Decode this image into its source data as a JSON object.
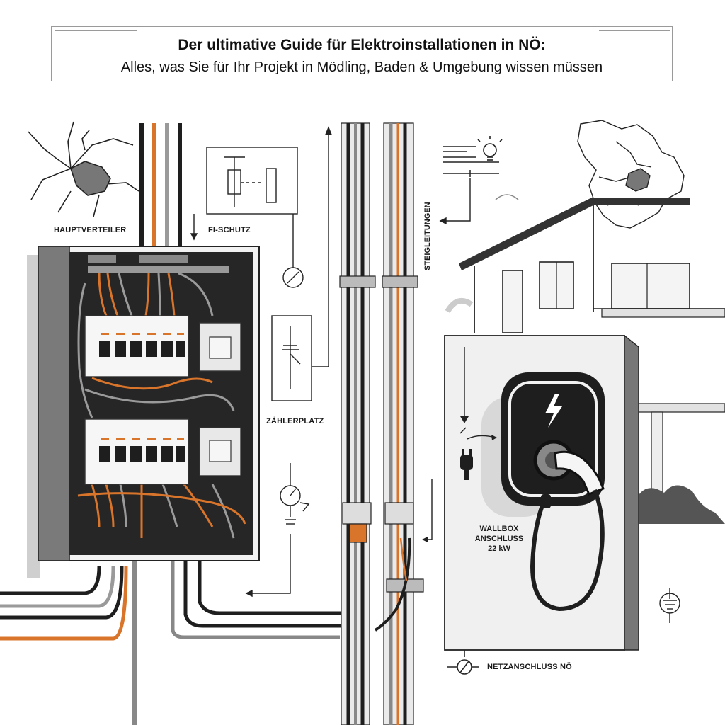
{
  "header": {
    "title_line1": "Der ultimative Guide für Elektroinstallationen in NÖ:",
    "title_line2": "Alles, was Sie für Ihr Projekt in Mödling, Baden & Umgebung wissen müssen"
  },
  "labels": {
    "hauptverteiler": "HAUPTVERTEILER",
    "fi_schutz": "FI-SCHUTZ",
    "steigleitungen": "STEIGLEITUNGEN",
    "zaehlerplatz": "ZÄHLERPLATZ",
    "wallbox_line1": "WALLBOX",
    "wallbox_line2": "ANSCHLUSS",
    "wallbox_line3": "22 kW",
    "netzanschluss": "NETZANSCHLUSS NÖ"
  },
  "colors": {
    "accent_orange": "#d9742b",
    "dark": "#1e1e1e",
    "mid_gray": "#8a8a8a",
    "light_gray": "#d6d6d6",
    "panel_bg": "#2a2a2a"
  },
  "icons": [
    "lightning-icon",
    "lightbulb-icon",
    "plug-icon",
    "ground-icon",
    "meter-icon",
    "arrow-icon"
  ]
}
